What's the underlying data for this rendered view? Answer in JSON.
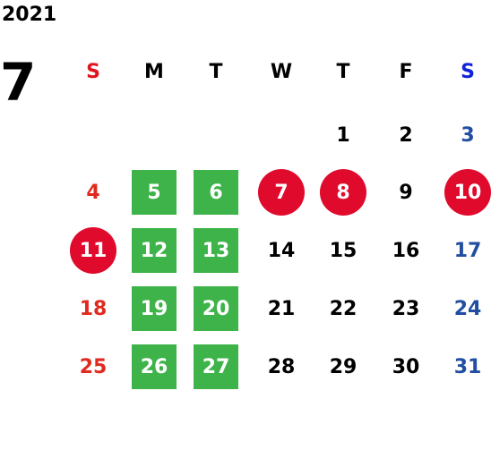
{
  "calendar": {
    "year": "2021",
    "month": "7",
    "weekdays": [
      {
        "label": "S",
        "kind": "sun"
      },
      {
        "label": "M",
        "kind": "weekday"
      },
      {
        "label": "T",
        "kind": "weekday"
      },
      {
        "label": "W",
        "kind": "weekday"
      },
      {
        "label": "T",
        "kind": "weekday"
      },
      {
        "label": "F",
        "kind": "weekday"
      },
      {
        "label": "S",
        "kind": "sat"
      }
    ],
    "weeks": [
      [
        null,
        null,
        null,
        null,
        {
          "day": "1"
        },
        {
          "day": "2"
        },
        {
          "day": "3",
          "style": "sat"
        }
      ],
      [
        {
          "day": "4",
          "style": "sun"
        },
        {
          "day": "5",
          "style": "green"
        },
        {
          "day": "6",
          "style": "green"
        },
        {
          "day": "7",
          "style": "red"
        },
        {
          "day": "8",
          "style": "red"
        },
        {
          "day": "9"
        },
        {
          "day": "10",
          "style": "red"
        }
      ],
      [
        {
          "day": "11",
          "style": "red"
        },
        {
          "day": "12",
          "style": "green"
        },
        {
          "day": "13",
          "style": "green"
        },
        {
          "day": "14"
        },
        {
          "day": "15"
        },
        {
          "day": "16"
        },
        {
          "day": "17",
          "style": "sat"
        }
      ],
      [
        {
          "day": "18",
          "style": "sun"
        },
        {
          "day": "19",
          "style": "green"
        },
        {
          "day": "20",
          "style": "green"
        },
        {
          "day": "21"
        },
        {
          "day": "22"
        },
        {
          "day": "23"
        },
        {
          "day": "24",
          "style": "sat"
        }
      ],
      [
        {
          "day": "25",
          "style": "sun"
        },
        {
          "day": "26",
          "style": "green"
        },
        {
          "day": "27",
          "style": "green"
        },
        {
          "day": "28"
        },
        {
          "day": "29"
        },
        {
          "day": "30"
        },
        {
          "day": "31",
          "style": "sat"
        }
      ]
    ],
    "colors": {
      "green_day": "#3db34a",
      "red_day": "#e00a2d",
      "sunday_text": "#e02a20",
      "saturday_text": "#214ea0",
      "sunday_header": "#e0141e",
      "saturday_header": "#1024d8"
    }
  }
}
